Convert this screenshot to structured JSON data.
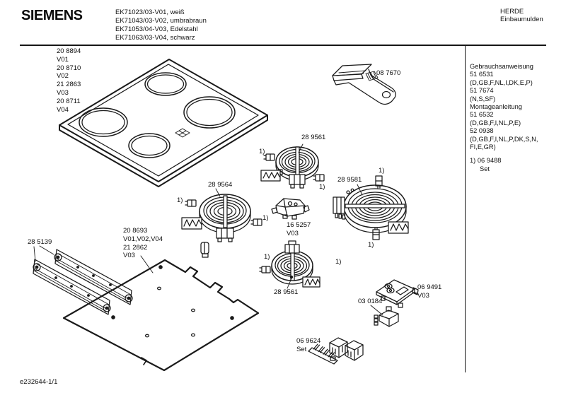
{
  "header": {
    "brand": "SIEMENS",
    "model_lines": "EK71023/03-V01, weiß\nEK71043/03-V02, umbrabraun\nEK71053/04-V03, Edelstahl\nEK71063/03-V04, schwarz",
    "category": "HERDE",
    "category_sub": "Einbaumulden"
  },
  "sidebar": {
    "lines": "Gebrauchsanweisung\n51 6531\n(D,GB,F,NL,I,DK,E,P)\n51 7674\n(N,S,SF)\nMontageanleitung\n51 6532\n(D,GB,F,I,NL,P,E)\n52 0938\n(D,GB,F,I,NL,P,DK,S,N,\nFI,E,GR)",
    "footnote_ref": "1) 06 9488",
    "footnote_set": "Set"
  },
  "parts": {
    "cooktop_variants": "20 8894\nV01\n20 8710\nV02\n21 2863\nV03\n20 8711\nV04",
    "scraper": "08 7670",
    "element_top": "28 9561",
    "element_left": "28 9564",
    "element_large": "28 9581",
    "element_bottom": "28 9561",
    "energy_regulator": "16 5257\nV03",
    "mounting_rails": "28 5139",
    "base_pan": "20 8693\nV01,V02,V04\n21 2862\nV03",
    "bracket_plate": "06 9491\nV03",
    "terminal_block": "03 0184",
    "connector_set": "06 9624\nSet"
  },
  "footnote_marker": "1)",
  "footer": {
    "doc_ref": "e232644-1/1"
  },
  "colors": {
    "ink": "#1a1a1a",
    "background": "#ffffff"
  }
}
